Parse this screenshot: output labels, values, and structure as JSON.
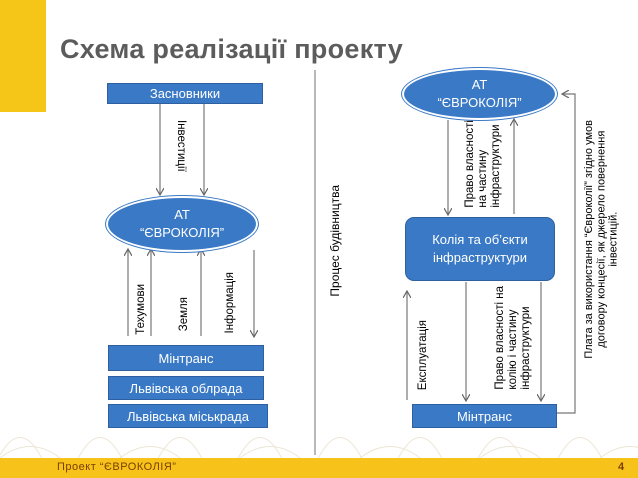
{
  "title": "Схема реалізації проекту",
  "footer": {
    "project_text": "Проект  “ЄВРОКОЛІЯ”",
    "page_number": "4"
  },
  "left": {
    "founders": "Засновники",
    "investments": "Інвестиції",
    "company": {
      "line1": "АТ",
      "line2": "“ЄВРОКОЛІЯ”"
    },
    "tech_conditions": "Техумови",
    "land": "Земля",
    "information": "Інформація",
    "authorities": [
      "Мінтранс",
      "Львівська облрада",
      "Львівська міськрада"
    ]
  },
  "center": {
    "construction_process": "Процес будівництва"
  },
  "right": {
    "company": {
      "line1": "АТ",
      "line2": "“ЄВРОКОЛІЯ”"
    },
    "ownership_top": [
      "Право власності",
      "на частину",
      "інфраструктури"
    ],
    "railway_objects": {
      "line1": "Колія та об’єкти",
      "line2": "інфраструктури"
    },
    "exploitation": "Експлуатація",
    "ownership_bottom": [
      "Право власності на",
      "колію і частину",
      "інфраструктури"
    ],
    "ministry": "Мінтранс",
    "payment_note": [
      "Плата за використання “Євроколії” згідно умов",
      "договору концесії, як джерело повернення",
      "інвестицій."
    ]
  },
  "colors": {
    "box_fill": "#3a79c5",
    "accent": "#f5c518",
    "footer": "#f7c31a"
  }
}
